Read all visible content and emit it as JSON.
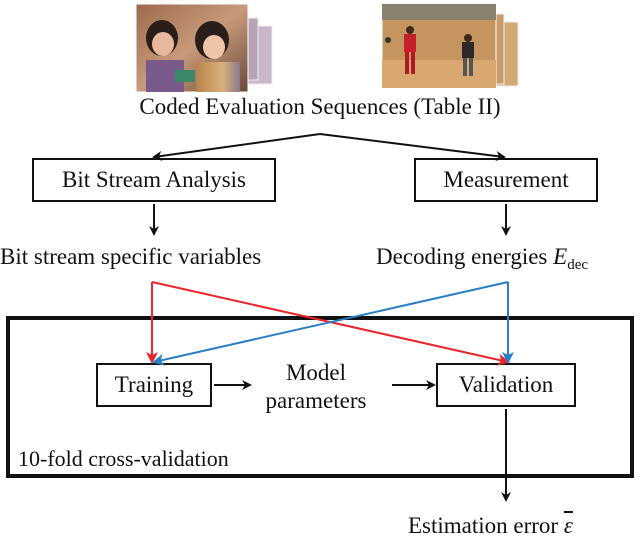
{
  "header": {
    "title": "Coded Evaluation Sequences (Table II)"
  },
  "boxes": {
    "bitstream_analysis": "Bit Stream Analysis",
    "measurement": "Measurement",
    "training": "Training",
    "validation": "Validation"
  },
  "outputs": {
    "bitstream_vars": "Bit stream specific variables",
    "decoding_energies": "Decoding energies",
    "decoding_energies_symbol": "E",
    "decoding_energies_sub": "dec"
  },
  "middle": {
    "model_params_line1": "Model",
    "model_params_line2": "parameters"
  },
  "frame": {
    "label": "10-fold cross-validation"
  },
  "result": {
    "label": "Estimation error",
    "symbol": "ε"
  },
  "colors": {
    "stroke": "#111111",
    "bitstream_flow": "#e8262b",
    "energy_flow": "#2a7fc4"
  },
  "icons": {
    "left_sequence": "video-frames-stack-icon",
    "right_sequence": "video-frames-stack-icon"
  }
}
